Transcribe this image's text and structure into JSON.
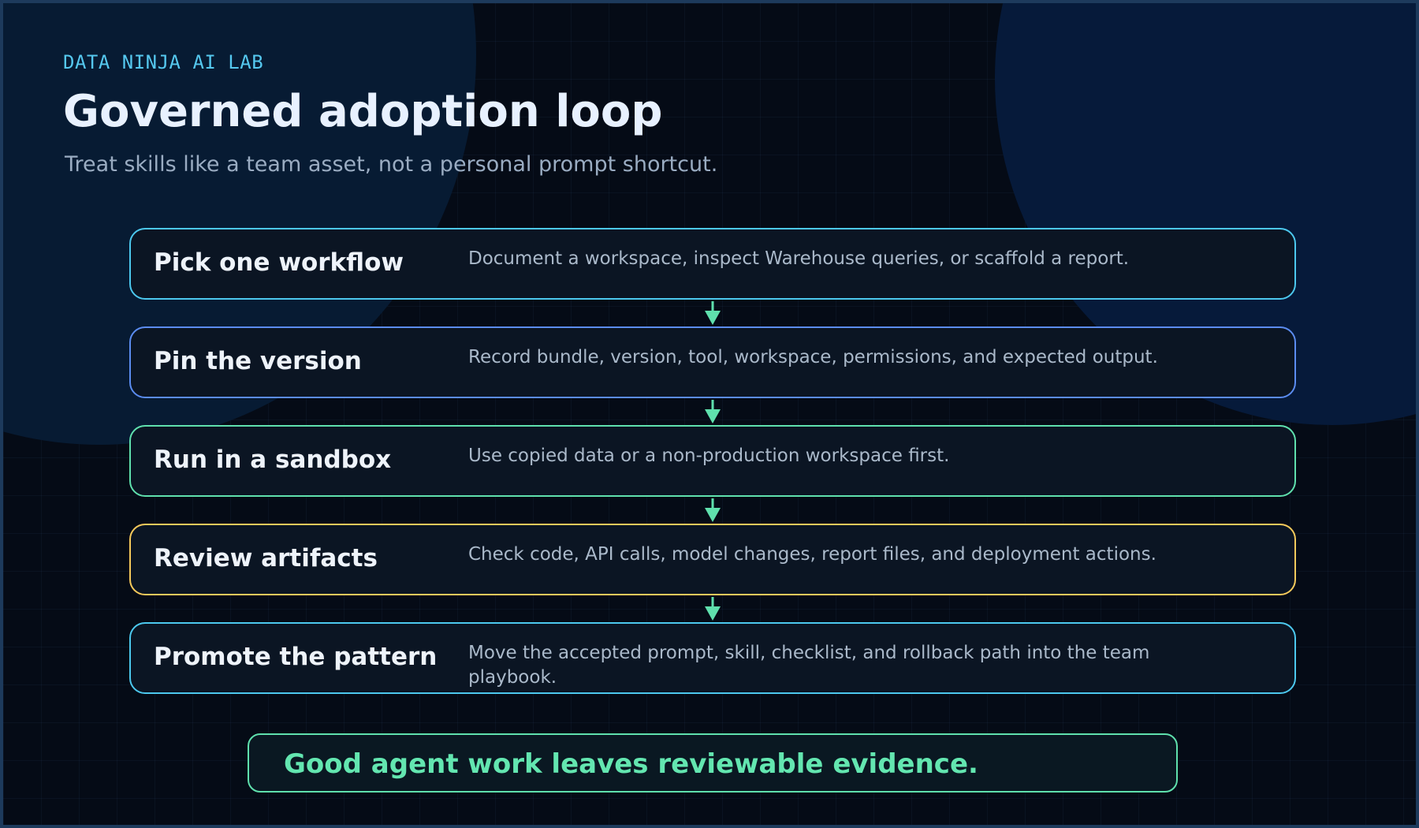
{
  "header": {
    "eyebrow": "DATA NINJA AI LAB",
    "title": "Governed adoption loop",
    "subtitle": "Treat skills like a team asset, not a personal prompt shortcut."
  },
  "steps": [
    {
      "title": "Pick one workflow",
      "description": "Document a workspace, inspect Warehouse queries, or scaffold a report.",
      "border_color": "#4cc8ee"
    },
    {
      "title": "Pin the version",
      "description": "Record bundle, version, tool, workspace, permissions, and expected output.",
      "border_color": "#5b8cf0"
    },
    {
      "title": "Run in a sandbox",
      "description": "Use copied data or a non-production workspace first.",
      "border_color": "#5fe0ad"
    },
    {
      "title": "Review artifacts",
      "description": "Check code, API calls, model changes, report files, and deployment actions.",
      "border_color": "#f5c95b"
    },
    {
      "title": "Promote the pattern",
      "description": "Move the accepted prompt, skill, checklist, and rollback path into the team playbook.",
      "border_color": "#4cc8ee"
    }
  ],
  "callout": {
    "text": "Good agent work leaves reviewable evidence."
  },
  "colors": {
    "background": "#050b16",
    "arrow": "#5fe0ad",
    "eyebrow": "#55c8ef",
    "callout": "#63e6b0"
  },
  "icons": {
    "connector": "arrow-down-icon"
  }
}
